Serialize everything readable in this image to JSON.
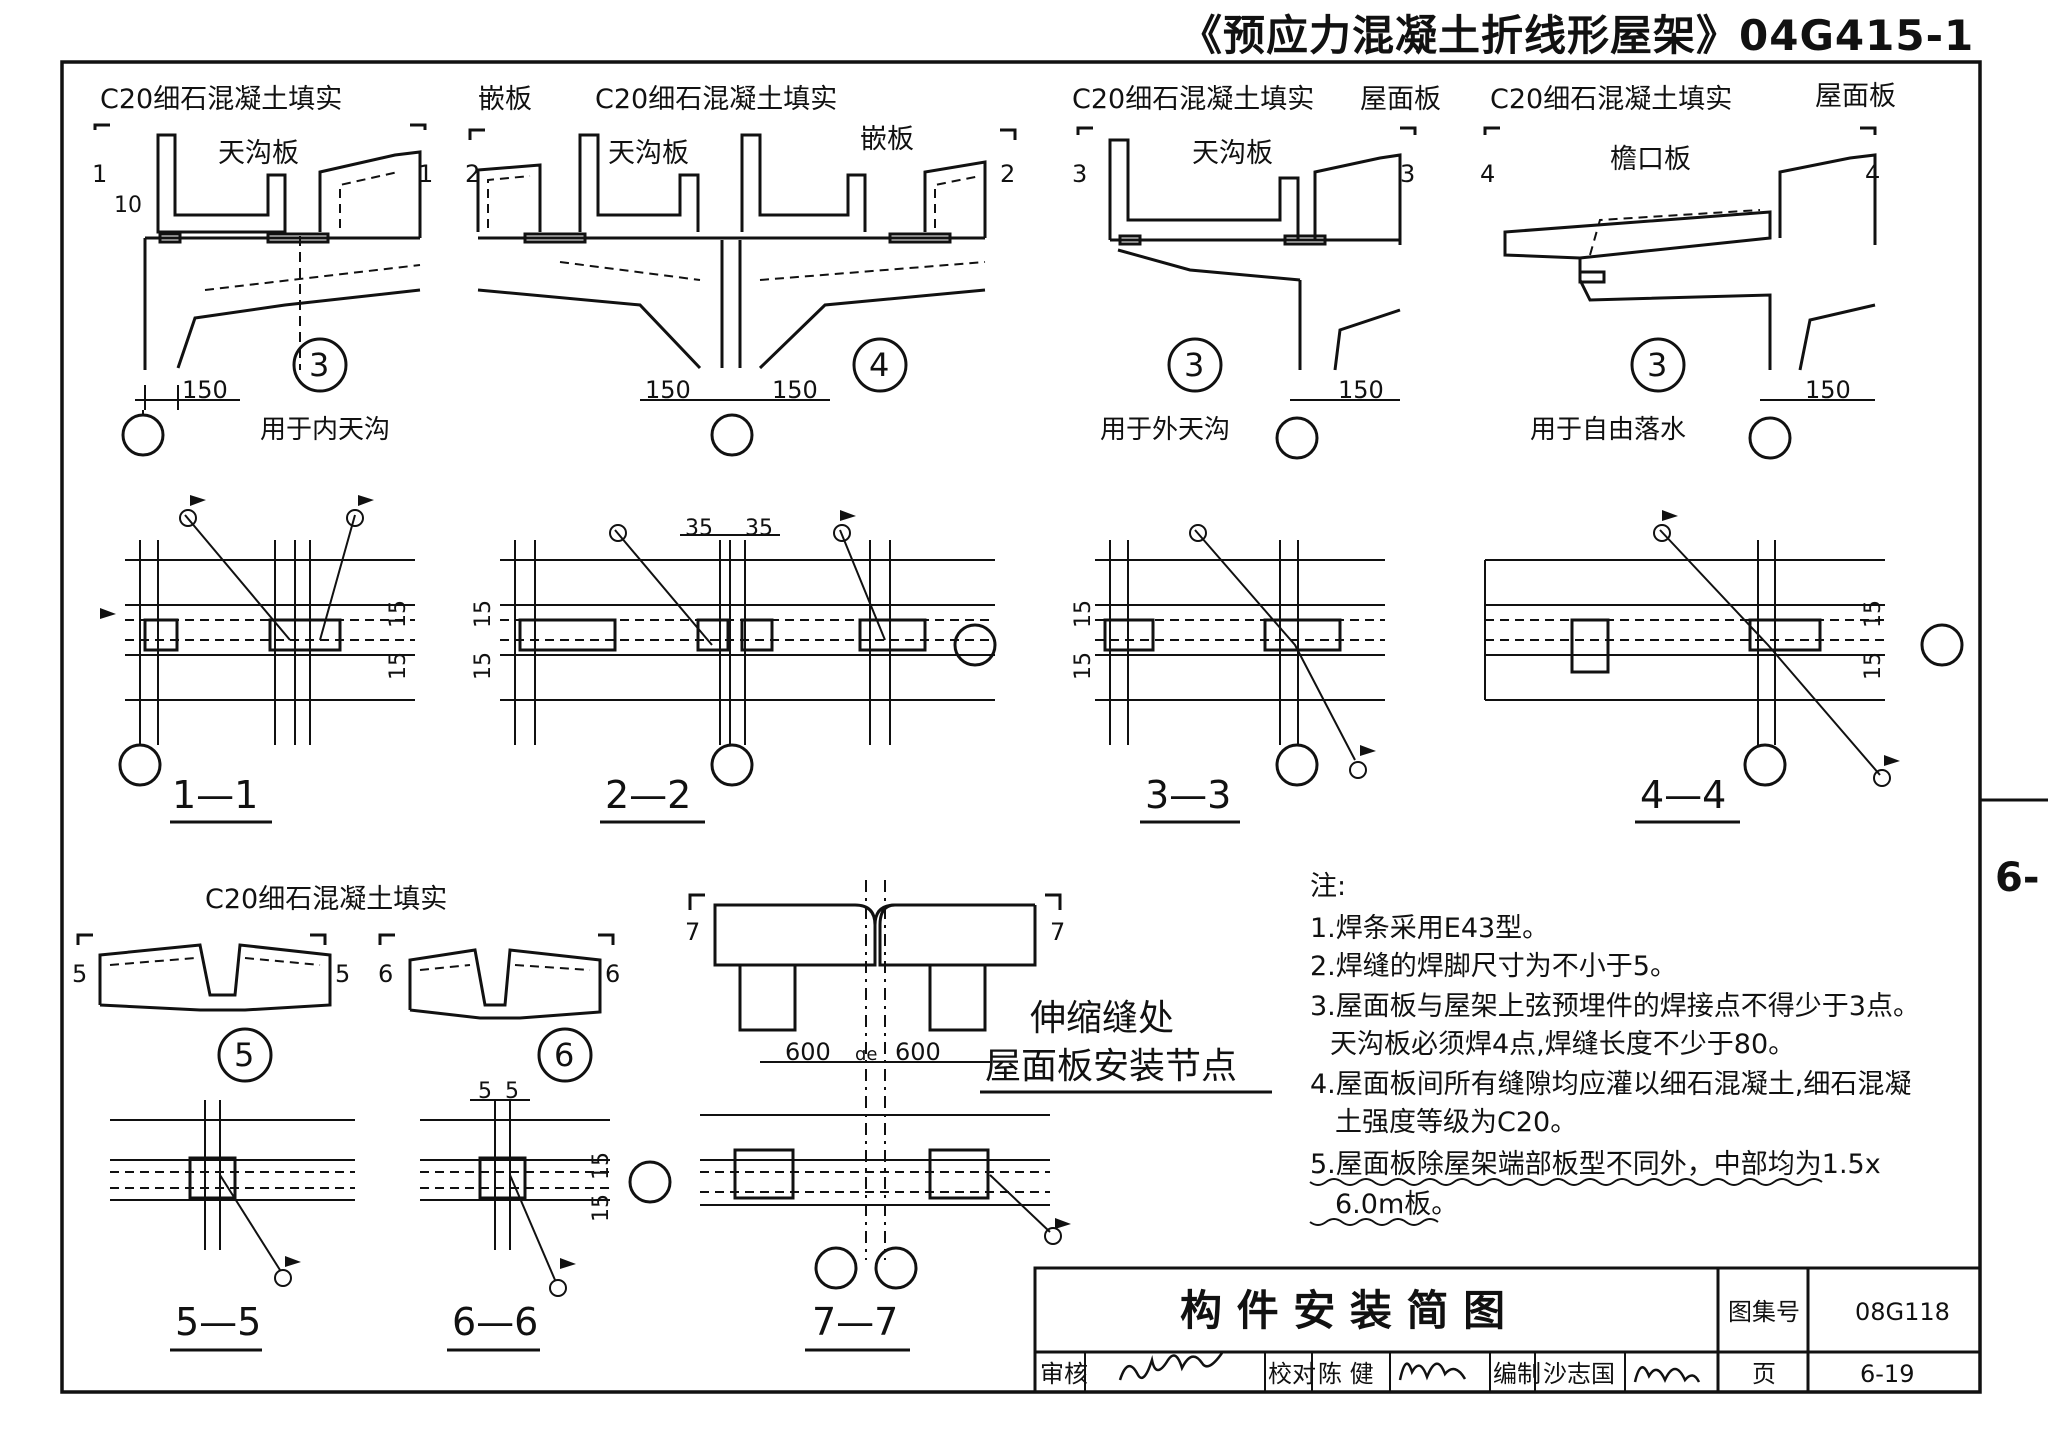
{
  "header": {
    "title": "《预应力混凝土折线形屋架》04G415-1"
  },
  "side_tab": "6-",
  "labels": {
    "c20_fill": "C20细石混凝土填实",
    "gutter_slab": "天沟板",
    "inlay_slab": "嵌板",
    "roof_slab": "屋面板",
    "eave_slab": "檐口板"
  },
  "details": [
    {
      "id": "1",
      "circle": "3",
      "caption": "用于内天沟",
      "dim": "150",
      "dim_small": "10",
      "section": "1—1"
    },
    {
      "id": "2",
      "circle": "4",
      "caption": "",
      "dim": "150",
      "section": "2—2"
    },
    {
      "id": "3",
      "circle": "3",
      "caption": "用于外天沟",
      "dim": "150",
      "section": "3—3"
    },
    {
      "id": "4",
      "circle": "3",
      "caption": "用于自由落水",
      "dim": "150",
      "section": "4—4"
    },
    {
      "id": "5",
      "circle": "5",
      "section": "5—5"
    },
    {
      "id": "6",
      "circle": "6",
      "section": "6—6"
    },
    {
      "id": "7",
      "section": "7—7"
    }
  ],
  "plan_dims": {
    "d15": "15",
    "d35": "35",
    "d5": "5",
    "d600": "600",
    "center_mark": "ɑe"
  },
  "expansion_title": [
    "伸缩缝处",
    "屋面板安装节点"
  ],
  "notes": {
    "heading": "注:",
    "items": [
      "1.焊条采用E43型。",
      "2.焊缝的焊脚尺寸为不小于5。",
      "3.屋面板与屋架上弦预埋件的焊接点不得少于3点。",
      "天沟板必须焊4点,焊缝长度不少于80。",
      "4.屋面板间所有缝隙均应灌以细石混凝土,细石混凝",
      "土强度等级为C20。",
      "5.屋面板除屋架端部板型不同外，中部均为1.5x",
      "6.0m板。"
    ]
  },
  "title_block": {
    "title": "构 件 安 装 简 图",
    "atlas_label": "图集号",
    "atlas_no": "08G118",
    "review_label": "审核",
    "check_label": "校对",
    "check_name": "陈 健",
    "draw_label": "编制",
    "draw_name": "沙志国",
    "page_label": "页",
    "page_no": "6-19"
  }
}
